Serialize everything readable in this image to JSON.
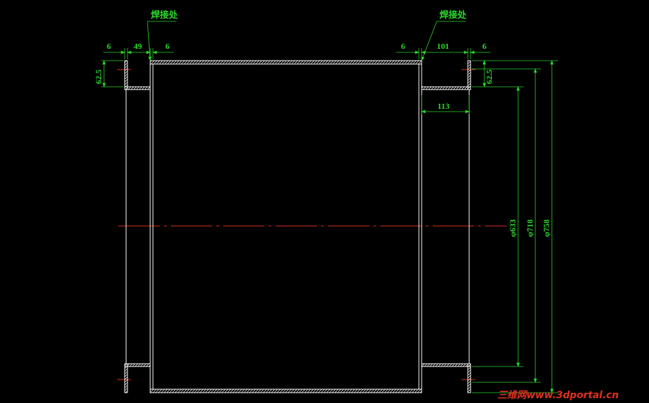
{
  "colors": {
    "background": "#000000",
    "outline": "#ffffff",
    "dimension": "#2bd92b",
    "centerline": "#e0301e"
  },
  "notes": {
    "weld_left": "焊接处",
    "weld_right": "焊接处"
  },
  "dims": {
    "left_6a": "6",
    "left_49": "49",
    "left_6b": "6",
    "left_62_5": "62.5",
    "right_6a": "6",
    "right_101": "101",
    "right_6b": "6",
    "right_62_5": "62.5",
    "width_113": "113",
    "dia_633": "φ633",
    "dia_718": "φ718",
    "dia_758": "φ758"
  },
  "watermark": "三维网www.3dportal.cn"
}
